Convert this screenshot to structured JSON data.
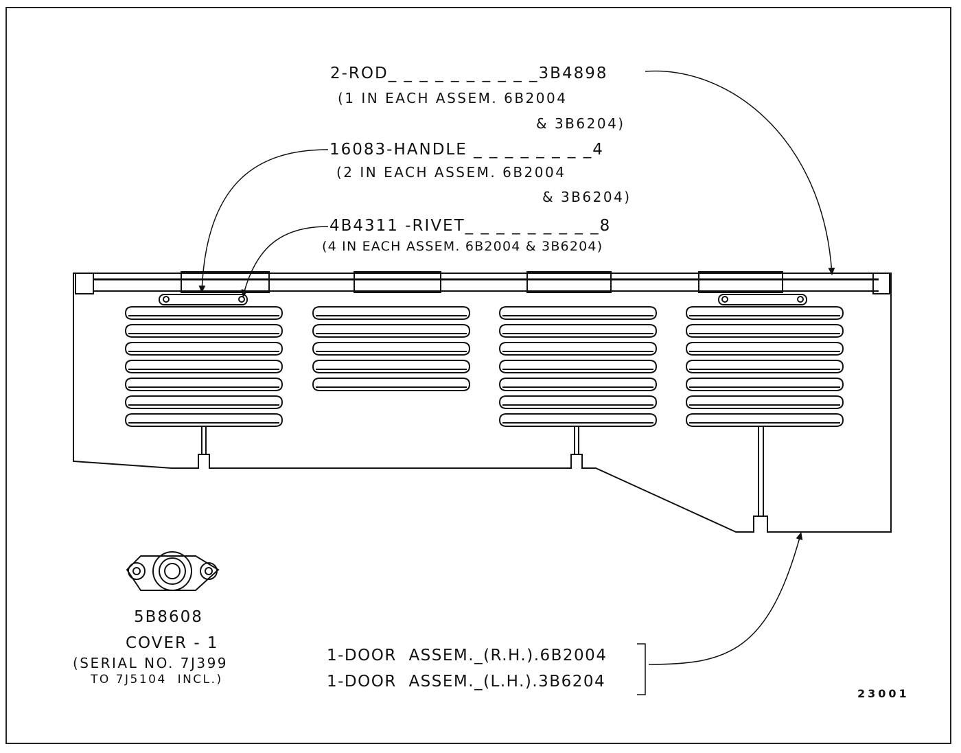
{
  "callouts": {
    "rod": {
      "line": "2-ROD_ _ _ _ _ _ _ _ _ _3B4898",
      "note1": "(1 IN EACH ASSEM. 6B2004",
      "note2": "& 3B6204)"
    },
    "handle": {
      "line": "16083-HANDLE _ _ _ _ _ _ _ _4",
      "note1": "(2 IN EACH ASSEM. 6B2004",
      "note2": "& 3B6204)"
    },
    "rivet": {
      "line": "4B4311 -RIVET_ _ _ _ _ _ _ _ _8",
      "note1": "(4 IN EACH ASSEM. 6B2004 & 3B6204)"
    },
    "door_rh": "1-DOOR  ASSEM._(R.H.).6B2004",
    "door_lh": "1-DOOR  ASSEM._(L.H.).3B6204"
  },
  "cover": {
    "part_no": "5B8608",
    "name": "COVER - 1",
    "serial_line1": "(SERIAL NO. 7J399",
    "serial_line2": "TO 7J5104  INCL.)"
  },
  "figure_id": "23001",
  "colors": {
    "ink": "#111111",
    "paper": "#ffffff"
  }
}
